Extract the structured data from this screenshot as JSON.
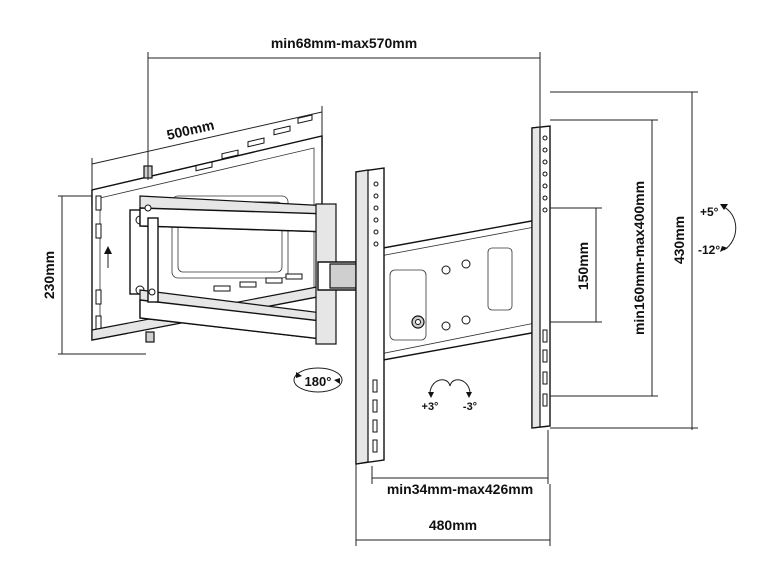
{
  "dimensions": {
    "arm_extension": "min68mm-max570mm",
    "wall_plate_width": "500mm",
    "wall_plate_height": "230mm",
    "vesa_horizontal": "min34mm-max426mm",
    "bracket_width": "480mm",
    "bracket_height": "430mm",
    "vesa_vertical": "min160mm-max400mm",
    "inner_height": "150mm"
  },
  "adjustments": {
    "tilt_up": "+5°",
    "tilt_down": "-12°",
    "swivel": "180°",
    "level_plus": "+3°",
    "level_minus": "-3°"
  }
}
